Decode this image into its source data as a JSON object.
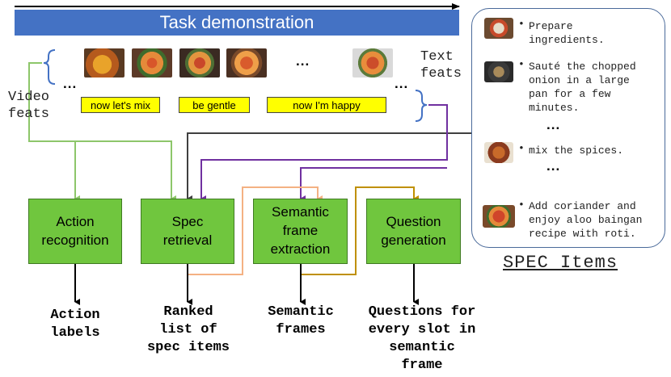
{
  "header": {
    "title": "Task demonstration"
  },
  "inputs": {
    "video_label": "Video\nfeats",
    "text_label": "Text\nfeats",
    "captions": [
      "now let's mix",
      "be gentle",
      "now I'm happy"
    ],
    "ellipsis": "..."
  },
  "blocks": [
    {
      "label": "Action\nrecognition"
    },
    {
      "label": "Spec\nretrieval"
    },
    {
      "label": "Semantic\nframe\nextraction"
    },
    {
      "label": "Question\ngeneration"
    }
  ],
  "outputs": [
    "Action\nlabels",
    "Ranked\nlist of\nspec items",
    "Semantic\nframes",
    "Questions for\nevery slot in\nsemantic\nframe"
  ],
  "spec_panel": {
    "title": "SPEC Items",
    "items": [
      "Prepare\ningredients.",
      "Sauté the chopped\nonion in a large\npan for a few\nminutes.",
      "mix the spices.",
      "Add coriander and\nenjoy aloo baingan\nrecipe with roti."
    ],
    "bullet": "•",
    "ellipsis": "..."
  },
  "colors": {
    "header_bar": "#4472c4",
    "block_fill": "#70c63e",
    "caption_fill": "#ffff00",
    "arrow_video": "#8dc66a",
    "arrow_text": "#7030a0",
    "arrow_spec": "#404040",
    "arrow_peach": "#f4b183",
    "arrow_gold": "#bf9000"
  }
}
